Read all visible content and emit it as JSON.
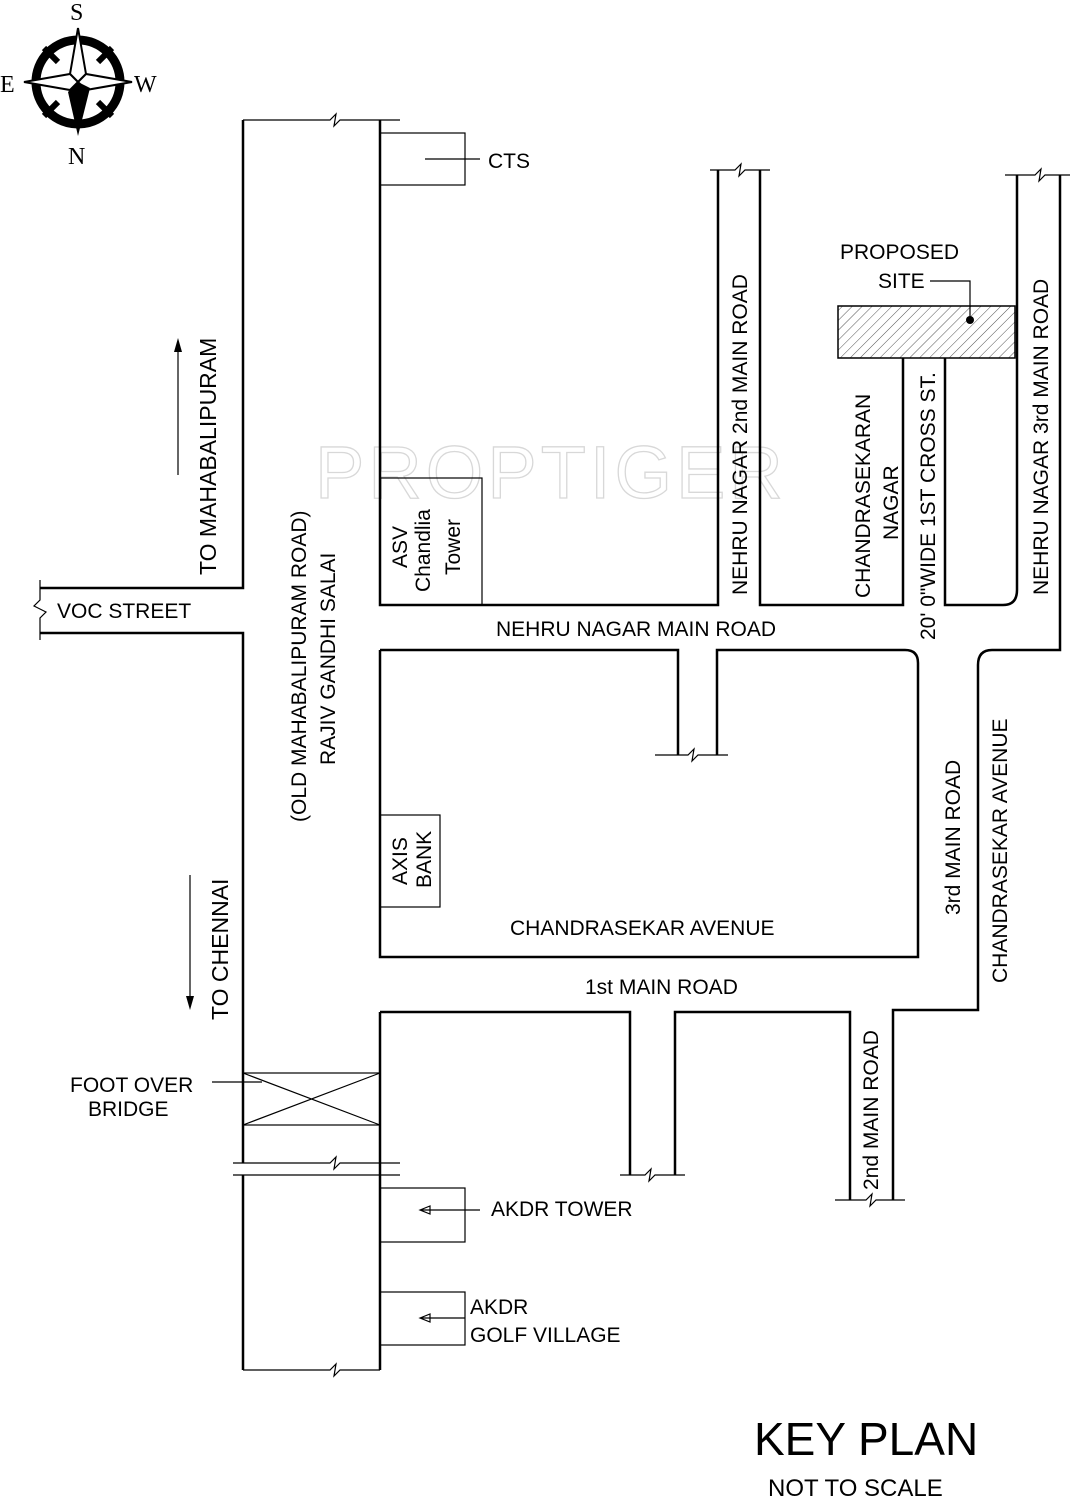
{
  "compass": {
    "s": "S",
    "e": "E",
    "w": "W",
    "n": "N"
  },
  "watermark": "PROPTIGER",
  "roads": {
    "rgs": "RAJIV GANDHI SALAI",
    "omr": "(OLD MAHABALIPURAM ROAD)",
    "to_mahabalipuram": "TO  MAHABALIPURAM",
    "to_chennai": "TO  CHENNAI",
    "voc": "VOC STREET",
    "nehru_main": "NEHRU NAGAR MAIN ROAD",
    "nehru_2nd": "NEHRU NAGAR 2nd MAIN ROAD",
    "nehru_3rd": "NEHRU NAGAR 3rd MAIN ROAD",
    "chandrasekaran_nagar_1": "CHANDRASEKARAN",
    "chandrasekaran_nagar_2": "NAGAR",
    "cross_st": "20' 0\"WIDE 1ST CROSS ST.",
    "chandrasekar_avenue_h": "CHANDRASEKAR AVENUE",
    "chandrasekar_avenue_v": "CHANDRASEKAR AVENUE",
    "third_main": "3rd MAIN ROAD",
    "first_main": "1st MAIN ROAD",
    "second_main": "2nd MAIN ROAD"
  },
  "landmarks": {
    "cts": "CTS",
    "asv_1": "ASV",
    "asv_2": "Chandlia",
    "asv_3": "Tower",
    "axis_1": "AXIS",
    "axis_2": "BANK",
    "fob_1": "FOOT OVER",
    "fob_2": "BRIDGE",
    "akdr_tower": "AKDR TOWER",
    "akdr_golf_1": "AKDR",
    "akdr_golf_2": "GOLF VILLAGE",
    "site_1": "PROPOSED",
    "site_2": "SITE"
  },
  "title": {
    "main": "KEY PLAN",
    "sub": "NOT TO SCALE"
  }
}
